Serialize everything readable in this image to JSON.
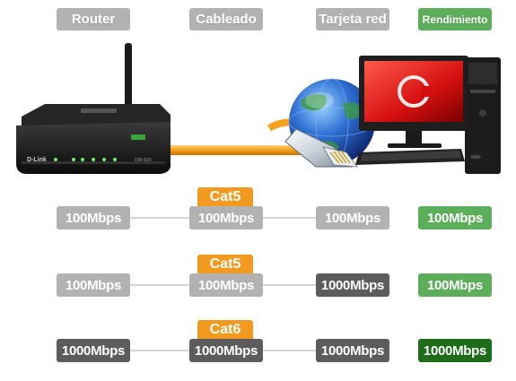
{
  "headers": {
    "router": "Router",
    "cabling": "Cableado",
    "nic": "Tarjeta red",
    "performance": "Rendimiento"
  },
  "illustration": {
    "router_brand": "D-Link",
    "router_model": "DIR-600"
  },
  "rows": [
    {
      "cable": "Cat5",
      "router": "100Mbps",
      "cabling": "100Mbps",
      "nic": "100Mbps",
      "performance": "100Mbps"
    },
    {
      "cable": "Cat5",
      "router": "100Mbps",
      "cabling": "100Mbps",
      "nic": "1000Mbps",
      "performance": "100Mbps"
    },
    {
      "cable": "Cat6",
      "router": "1000Mbps",
      "cabling": "1000Mbps",
      "nic": "1000Mbps",
      "performance": "1000Mbps"
    }
  ],
  "colors": {
    "light_box": "#b2b2b2",
    "dark_box": "#5c5c5c",
    "performance_box": "#5cae5a",
    "performance_best_box": "#1f6d1b",
    "cable_tag": "#f29a1f",
    "cable": "#f6a21e"
  }
}
